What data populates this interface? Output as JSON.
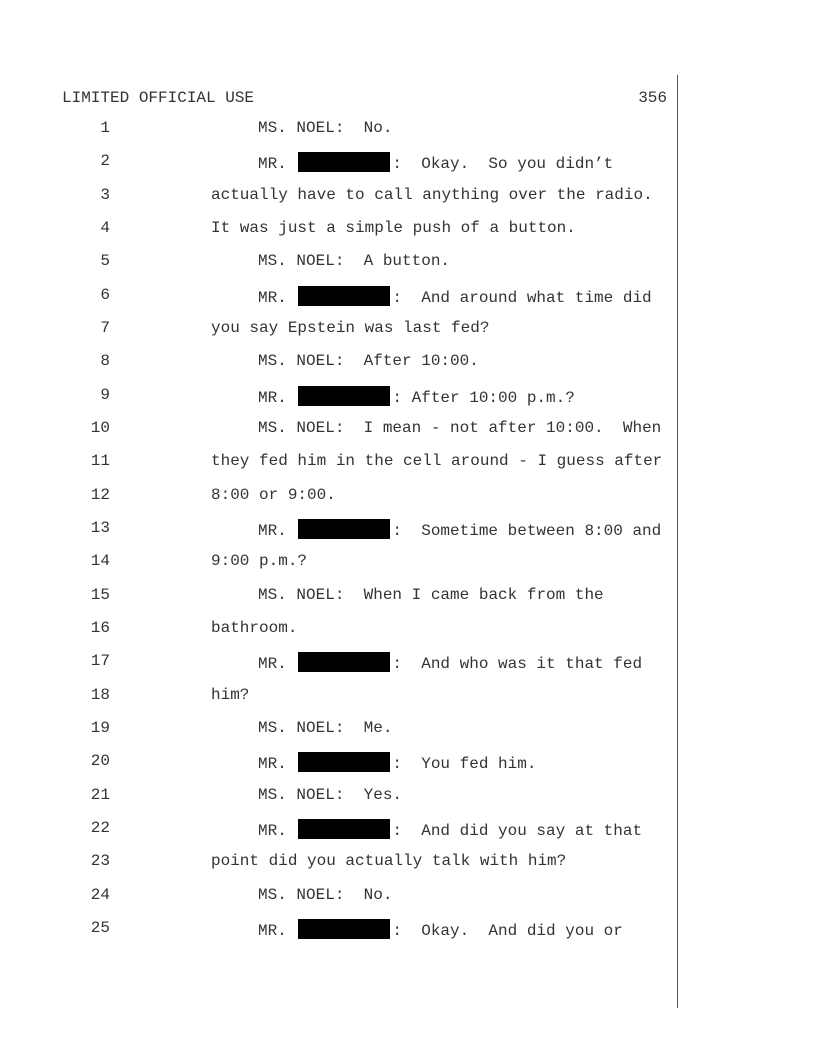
{
  "header": {
    "label": "LIMITED OFFICIAL USE",
    "page_number": "356"
  },
  "lines": [
    {
      "n": "1",
      "speaker": true,
      "pre": "MS. NOEL:  No.",
      "redacted": false,
      "post": ""
    },
    {
      "n": "2",
      "speaker": true,
      "pre": "MR. ",
      "redacted": true,
      "post": ":  Okay.  So you didn’t"
    },
    {
      "n": "3",
      "speaker": false,
      "pre": "actually have to call anything over the radio.",
      "redacted": false,
      "post": ""
    },
    {
      "n": "4",
      "speaker": false,
      "pre": "It was just a simple push of a button.",
      "redacted": false,
      "post": ""
    },
    {
      "n": "5",
      "speaker": true,
      "pre": "MS. NOEL:  A button.",
      "redacted": false,
      "post": ""
    },
    {
      "n": "6",
      "speaker": true,
      "pre": "MR. ",
      "redacted": true,
      "post": ":  And around what time did"
    },
    {
      "n": "7",
      "speaker": false,
      "pre": "you say Epstein was last fed?",
      "redacted": false,
      "post": ""
    },
    {
      "n": "8",
      "speaker": true,
      "pre": "MS. NOEL:  After 10:00.",
      "redacted": false,
      "post": ""
    },
    {
      "n": "9",
      "speaker": true,
      "pre": "MR. ",
      "redacted": true,
      "post": ": After 10:00 p.m.?"
    },
    {
      "n": "10",
      "speaker": true,
      "pre": "MS. NOEL:  I mean - not after 10:00.  When",
      "redacted": false,
      "post": ""
    },
    {
      "n": "11",
      "speaker": false,
      "pre": "they fed him in the cell around - I guess after",
      "redacted": false,
      "post": ""
    },
    {
      "n": "12",
      "speaker": false,
      "pre": "8:00 or 9:00.",
      "redacted": false,
      "post": ""
    },
    {
      "n": "13",
      "speaker": true,
      "pre": "MR. ",
      "redacted": true,
      "post": ":  Sometime between 8:00 and"
    },
    {
      "n": "14",
      "speaker": false,
      "pre": "9:00 p.m.?",
      "redacted": false,
      "post": ""
    },
    {
      "n": "15",
      "speaker": true,
      "pre": "MS. NOEL:  When I came back from the",
      "redacted": false,
      "post": ""
    },
    {
      "n": "16",
      "speaker": false,
      "pre": "bathroom.",
      "redacted": false,
      "post": ""
    },
    {
      "n": "17",
      "speaker": true,
      "pre": "MR. ",
      "redacted": true,
      "post": ":  And who was it that fed"
    },
    {
      "n": "18",
      "speaker": false,
      "pre": "him?",
      "redacted": false,
      "post": ""
    },
    {
      "n": "19",
      "speaker": true,
      "pre": "MS. NOEL:  Me.",
      "redacted": false,
      "post": ""
    },
    {
      "n": "20",
      "speaker": true,
      "pre": "MR. ",
      "redacted": true,
      "post": ":  You fed him."
    },
    {
      "n": "21",
      "speaker": true,
      "pre": "MS. NOEL:  Yes.",
      "redacted": false,
      "post": ""
    },
    {
      "n": "22",
      "speaker": true,
      "pre": "MR. ",
      "redacted": true,
      "post": ":  And did you say at that"
    },
    {
      "n": "23",
      "speaker": false,
      "pre": "point did you actually talk with him?",
      "redacted": false,
      "post": ""
    },
    {
      "n": "24",
      "speaker": true,
      "pre": "MS. NOEL:  No.",
      "redacted": false,
      "post": ""
    },
    {
      "n": "25",
      "speaker": true,
      "pre": "MR. ",
      "redacted": true,
      "post": ":  Okay.  And did you or"
    }
  ]
}
